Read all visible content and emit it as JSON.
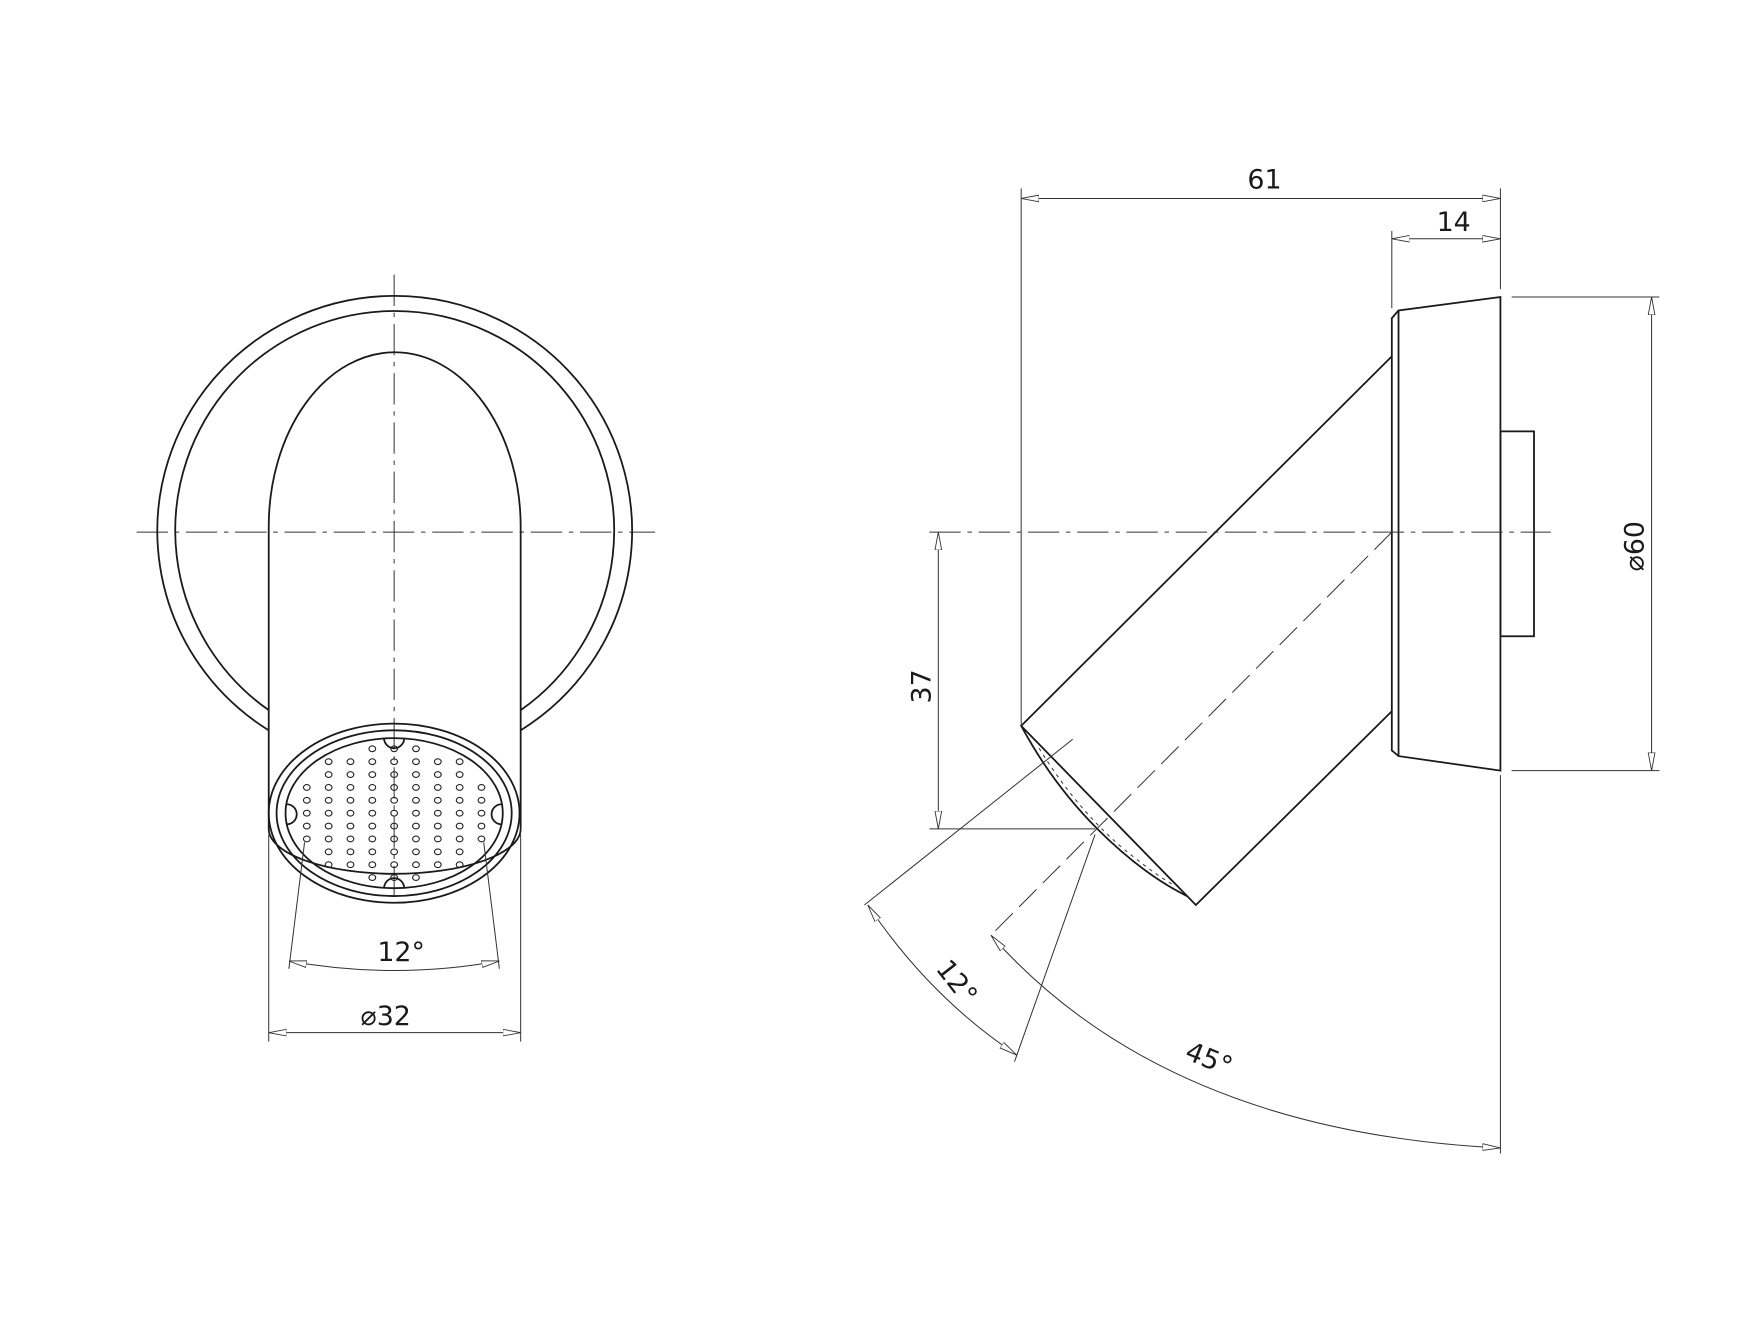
{
  "drawing": {
    "front_view": {
      "spray_angle_label": "12°",
      "diameter_label": "⌀32"
    },
    "side_view": {
      "overall_depth_label": "61",
      "flange_depth_label": "14",
      "flange_diameter_label": "⌀60",
      "outlet_drop_label": "37",
      "spray_angle_label": "12°",
      "arm_angle_label": "45°"
    }
  }
}
